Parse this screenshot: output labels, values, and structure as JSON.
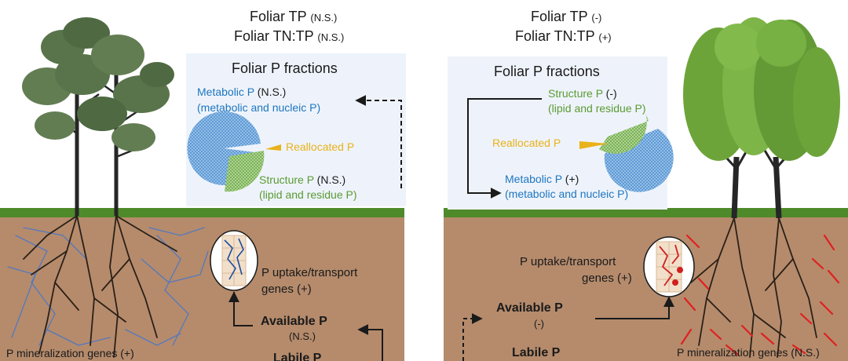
{
  "left": {
    "header": {
      "line1": "Foliar TP",
      "line1_sign": "(N.S.)",
      "line2": "Foliar TN:TP",
      "line2_sign": "(N.S.)"
    },
    "panel": {
      "title": "Foliar P fractions",
      "metabolic_label": "Metabolic P",
      "metabolic_sign": "(N.S.)",
      "metabolic_sub": "(metabolic and nucleic P)",
      "reallocated_label": "Reallocated P",
      "structure_label": "Structure P",
      "structure_sign": "(N.S.)",
      "structure_sub": "(lipid and residue P)"
    },
    "uptake": {
      "line1": "P uptake/transport",
      "line2": "genes (+)"
    },
    "available": {
      "label": "Available P",
      "sign": "(N.S.)"
    },
    "labile": {
      "label": "Labile P"
    },
    "mineralization": "P mineralization genes (+)"
  },
  "right": {
    "header": {
      "line1": "Foliar TP",
      "line1_sign": "(-)",
      "line2": "Foliar TN:TP",
      "line2_sign": "(+)"
    },
    "panel": {
      "title": "Foliar P fractions",
      "structure_label": "Structure P",
      "structure_sign": "(-)",
      "structure_sub": "(lipid and residue P)",
      "reallocated_label": "Reallocated P",
      "metabolic_label": "Metabolic P",
      "metabolic_sign": "(+)",
      "metabolic_sub": "(metabolic and nucleic P)"
    },
    "uptake": {
      "line1": "P uptake/transport",
      "line2": "genes (+)"
    },
    "available": {
      "label": "Available P",
      "sign": "(-)"
    },
    "labile": {
      "label": "Labile P"
    },
    "mineralization": "P mineralization genes (N.S.)"
  },
  "colors": {
    "soil": "#b58b6c",
    "grass": "#4f8a2a",
    "panel_bg": "#eef3fb",
    "metabolic_blue": "#1d76bf",
    "structure_green": "#5a9a32",
    "reallocated_gold": "#e9b21a",
    "root_blue": "#4a77c6",
    "root_red": "#e02020",
    "conifer_foliage": "#59744b",
    "broadleaf_foliage": "#6da43a"
  },
  "icons": [
    "conifer-tree-icon",
    "broadleaf-tree-icon",
    "root-cell-icon",
    "dashed-arrow-icon",
    "solid-arrow-icon"
  ]
}
